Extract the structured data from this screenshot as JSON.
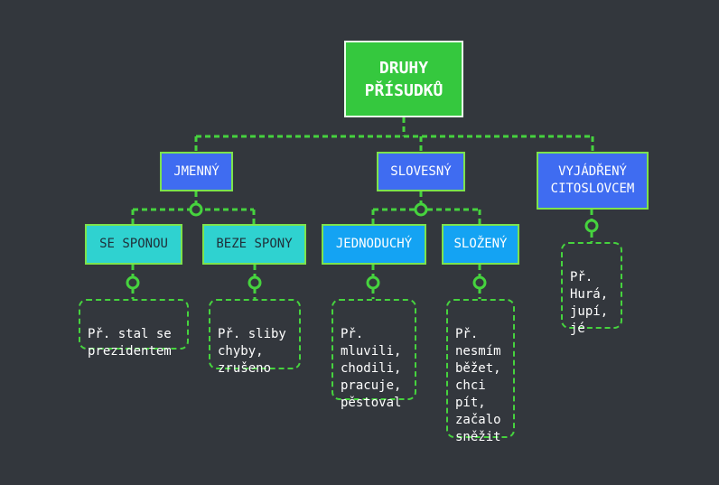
{
  "diagram": {
    "root": {
      "label": "DRUHY\nPŘÍSUDKŮ"
    },
    "categories": [
      {
        "label": "JMENNÝ"
      },
      {
        "label": "SLOVESNÝ"
      },
      {
        "label": "VYJÁDŘENÝ\nCITOSLOVCEM"
      }
    ],
    "subcategories": [
      {
        "label": "SE SPONOU"
      },
      {
        "label": "BEZE SPONY"
      },
      {
        "label": "JEDNODUCHÝ"
      },
      {
        "label": "SLOŽENÝ"
      }
    ],
    "examples": [
      {
        "text": "Př. stal se\nprezidentem"
      },
      {
        "text": "Př. sliby\nchyby,\nzrušeno"
      },
      {
        "text": "Př.\nmluvili,\nchodili,\npracuje,\npěstoval"
      },
      {
        "text": "Př.\nnesmím\nběžet,\nchci\npít,\nzačalo\nsněžit"
      },
      {
        "text": "Př.\nHurá,\njupí,\njé"
      }
    ],
    "colors": {
      "background": "#33373d",
      "root": "#35c83e",
      "category": "#3f6cf1",
      "sub_cyan": "#2fd2d0",
      "sub_blue": "#14a3f3",
      "connector": "#46d33e"
    }
  }
}
